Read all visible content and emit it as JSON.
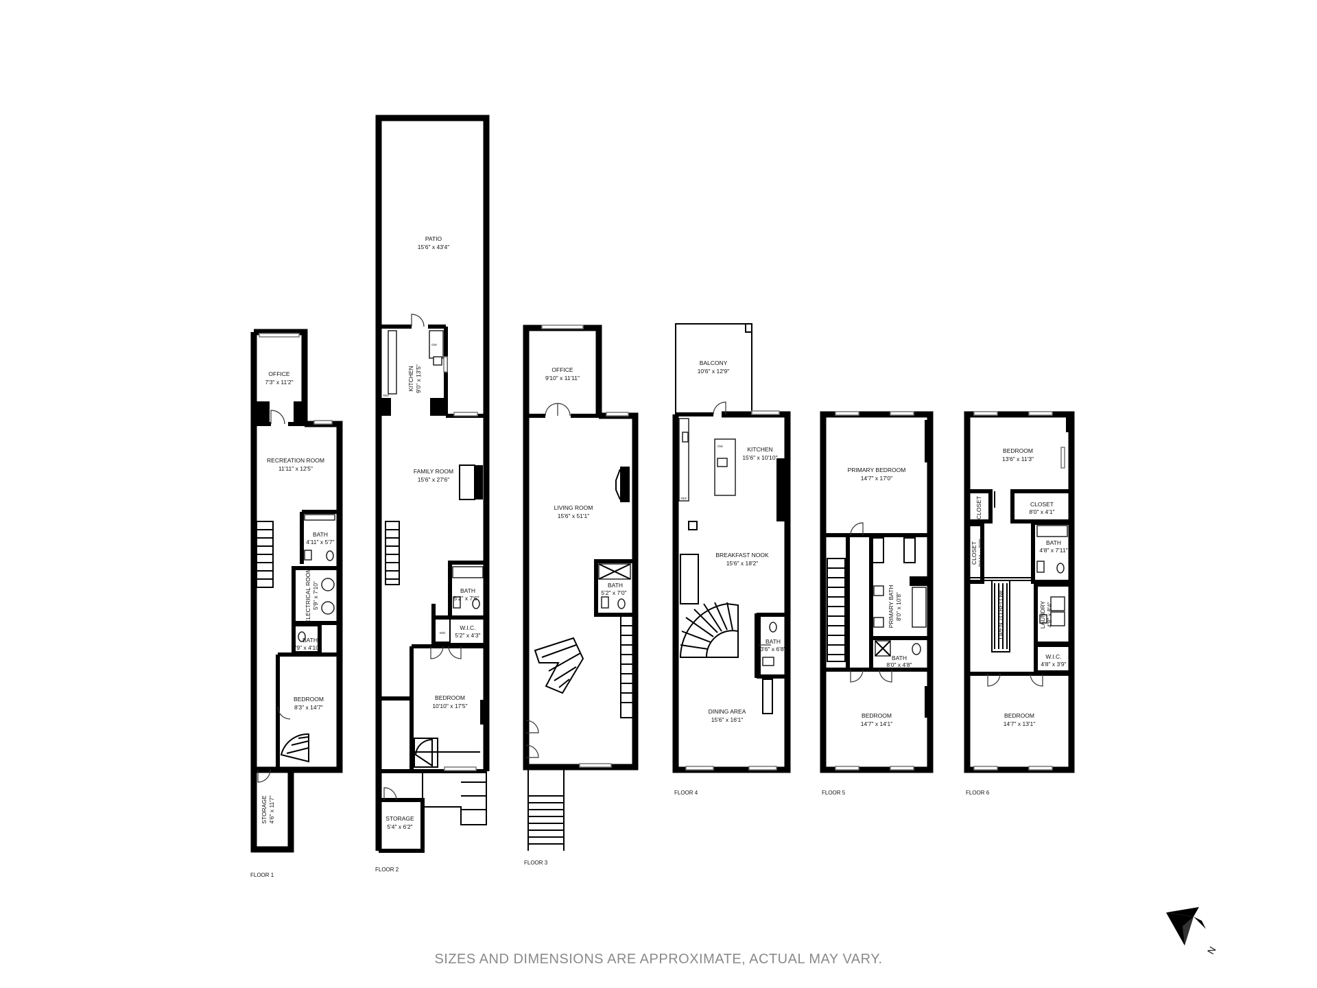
{
  "disclaimer": "SIZES AND DIMENSIONS ARE APPROXIMATE, ACTUAL MAY VARY.",
  "compass": {
    "label": "N"
  },
  "floors": [
    {
      "label": "FLOOR 1",
      "rooms": [
        {
          "name": "OFFICE",
          "dims": "7'3\" x 11'2\""
        },
        {
          "name": "RECREATION ROOM",
          "dims": "11'11\" x 12'5\""
        },
        {
          "name": "BATH",
          "dims": "4'11\" x 5'7\""
        },
        {
          "name": "ELECTRICAL ROOM",
          "dims": "5'9\" x 7'10\""
        },
        {
          "name": "BATH",
          "dims": "3'9\" x 4'10\""
        },
        {
          "name": "BEDROOM",
          "dims": "8'3\" x 14'7\""
        },
        {
          "name": "STORAGE",
          "dims": "4'6\" x 11'7\""
        }
      ]
    },
    {
      "label": "FLOOR 2",
      "rooms": [
        {
          "name": "PATIO",
          "dims": "15'6\" x 43'4\""
        },
        {
          "name": "KITCHEN",
          "dims": "9'0\" x 13'5\""
        },
        {
          "name": "FAMILY ROOM",
          "dims": "15'6\" x 27'6\""
        },
        {
          "name": "BATH",
          "dims": "5'2\" x 7'6\""
        },
        {
          "name": "W.I.C.",
          "dims": "5'2\" x 4'3\""
        },
        {
          "name": "BEDROOM",
          "dims": "10'10\" x 17'5\""
        },
        {
          "name": "STORAGE",
          "dims": "5'4\" x 6'2\""
        }
      ]
    },
    {
      "label": "FLOOR 3",
      "rooms": [
        {
          "name": "OFFICE",
          "dims": "9'10\" x 11'11\""
        },
        {
          "name": "LIVING ROOM",
          "dims": "15'6\" x 51'1\""
        },
        {
          "name": "BATH",
          "dims": "5'2\" x 7'0\""
        }
      ]
    },
    {
      "label": "FLOOR 4",
      "rooms": [
        {
          "name": "BALCONY",
          "dims": "10'6\" x 12'9\""
        },
        {
          "name": "KITCHEN",
          "dims": "15'6\" x 10'10\""
        },
        {
          "name": "BREAKFAST NOOK",
          "dims": "15'6\" x 18'2\""
        },
        {
          "name": "BATH",
          "dims": "3'6\" x 6'8\""
        },
        {
          "name": "DINING AREA",
          "dims": "15'6\" x 16'1\""
        }
      ]
    },
    {
      "label": "FLOOR 5",
      "rooms": [
        {
          "name": "PRIMARY BEDROOM",
          "dims": "14'7\" x 17'0\""
        },
        {
          "name": "PRIMARY BATH",
          "dims": "8'0\" x 10'8\""
        },
        {
          "name": "BATH",
          "dims": "8'0\" x 4'8\""
        },
        {
          "name": "BEDROOM",
          "dims": "14'7\" x 14'1\""
        }
      ]
    },
    {
      "label": "FLOOR 6",
      "rooms": [
        {
          "name": "BEDROOM",
          "dims": "13'6\" x 11'3\""
        },
        {
          "name": "CLOSET",
          "dims": ""
        },
        {
          "name": "CLOSET",
          "dims": "8'0\" x 4'1\""
        },
        {
          "name": "CLOSET",
          "dims": "2'11\" x 7'2\""
        },
        {
          "name": "BATH",
          "dims": "4'8\" x 7'11\""
        },
        {
          "name": "OPEN TO BELOW",
          "dims": ""
        },
        {
          "name": "LAUNDRY",
          "dims": "4'8\" x 8'4\""
        },
        {
          "name": "W.I.C.",
          "dims": "4'8\" x 3'9\""
        },
        {
          "name": "BEDROOM",
          "dims": "14'7\" x 13'1\""
        }
      ]
    }
  ],
  "fixtures": {
    "ref": "REF",
    "dw": "DW",
    "wd": "W/D"
  }
}
